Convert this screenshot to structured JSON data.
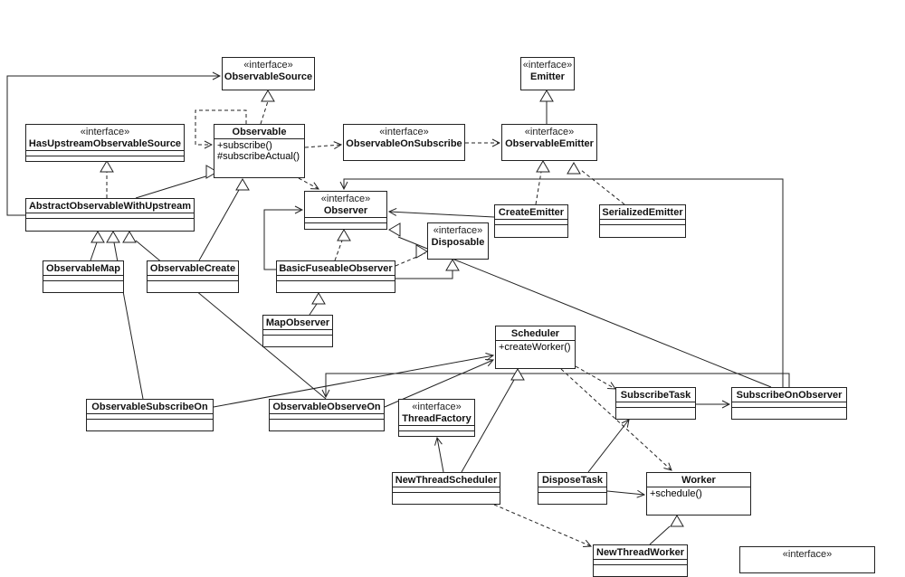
{
  "stereotype": "«interface»",
  "classes": {
    "observable_source": {
      "name": "ObservableSource",
      "interface": true,
      "methods": []
    },
    "emitter": {
      "name": "Emitter",
      "interface": true,
      "methods": []
    },
    "has_upstream_observable_source": {
      "name": "HasUpstreamObservableSource",
      "interface": true,
      "methods": []
    },
    "observable": {
      "name": "Observable",
      "interface": false,
      "methods": [
        "+subscribe()",
        "#subscribeActual()"
      ]
    },
    "observable_on_subscribe": {
      "name": "ObservableOnSubscribe",
      "interface": true,
      "methods": []
    },
    "observable_emitter": {
      "name": "ObservableEmitter",
      "interface": true,
      "methods": []
    },
    "abstract_observable_with_upstream": {
      "name": "AbstractObservableWithUpstream",
      "interface": false,
      "methods": []
    },
    "observer": {
      "name": "Observer",
      "interface": true,
      "methods": []
    },
    "create_emitter": {
      "name": "CreateEmitter",
      "interface": false,
      "methods": []
    },
    "serialized_emitter": {
      "name": "SerializedEmitter",
      "interface": false,
      "methods": []
    },
    "disposable": {
      "name": "Disposable",
      "interface": true,
      "methods": []
    },
    "observable_map": {
      "name": "ObservableMap",
      "interface": false,
      "methods": []
    },
    "observable_create": {
      "name": "ObservableCreate",
      "interface": false,
      "methods": []
    },
    "basic_fuseable_observer": {
      "name": "BasicFuseableObserver",
      "interface": false,
      "methods": []
    },
    "map_observer": {
      "name": "MapObserver",
      "interface": false,
      "methods": []
    },
    "scheduler": {
      "name": "Scheduler",
      "interface": false,
      "methods": [
        "+createWorker()"
      ]
    },
    "subscribe_task": {
      "name": "SubscribeTask",
      "interface": false,
      "methods": []
    },
    "subscribe_on_observer": {
      "name": "SubscribeOnObserver",
      "interface": false,
      "methods": []
    },
    "observable_subscribe_on": {
      "name": "ObservableSubscribeOn",
      "interface": false,
      "methods": []
    },
    "observable_observe_on": {
      "name": "ObservableObserveOn",
      "interface": false,
      "methods": []
    },
    "thread_factory": {
      "name": "ThreadFactory",
      "interface": true,
      "methods": []
    },
    "new_thread_scheduler": {
      "name": "NewThreadScheduler",
      "interface": false,
      "methods": []
    },
    "dispose_task": {
      "name": "DisposeTask",
      "interface": false,
      "methods": []
    },
    "worker": {
      "name": "Worker",
      "interface": false,
      "methods": [
        "+schedule()"
      ]
    },
    "new_thread_worker": {
      "name": "NewThreadWorker",
      "interface": false,
      "methods": []
    },
    "partial_interface": {
      "name": "",
      "interface": true,
      "methods": []
    }
  },
  "relations": [
    {
      "from": "observable",
      "to": "observable_source",
      "kind": "realization"
    },
    {
      "from": "emitter",
      "to": "observable_emitter",
      "kind": "generalization-reverse"
    },
    {
      "from": "abstract_observable_with_upstream",
      "to": "observable",
      "kind": "generalization"
    },
    {
      "from": "abstract_observable_with_upstream",
      "to": "has_upstream_observable_source",
      "kind": "realization"
    },
    {
      "from": "observable_create",
      "to": "observable",
      "kind": "generalization"
    },
    {
      "from": "observable_map",
      "to": "abstract_observable_with_upstream",
      "kind": "generalization"
    },
    {
      "from": "observable_subscribe_on",
      "to": "abstract_observable_with_upstream",
      "kind": "generalization"
    },
    {
      "from": "observable_observe_on",
      "to": "abstract_observable_with_upstream",
      "kind": "generalization"
    },
    {
      "from": "create_emitter",
      "to": "observable_emitter",
      "kind": "realization"
    },
    {
      "from": "serialized_emitter",
      "to": "observable_emitter",
      "kind": "realization"
    },
    {
      "from": "basic_fuseable_observer",
      "to": "observer",
      "kind": "realization"
    },
    {
      "from": "basic_fuseable_observer",
      "to": "disposable",
      "kind": "realization"
    },
    {
      "from": "map_observer",
      "to": "basic_fuseable_observer",
      "kind": "generalization"
    },
    {
      "from": "subscribe_on_observer",
      "to": "observer",
      "kind": "realization"
    },
    {
      "from": "new_thread_scheduler",
      "to": "scheduler",
      "kind": "generalization"
    },
    {
      "from": "new_thread_scheduler",
      "to": "thread_factory",
      "kind": "association"
    },
    {
      "from": "new_thread_worker",
      "to": "worker",
      "kind": "generalization"
    },
    {
      "from": "new_thread_scheduler",
      "to": "new_thread_worker",
      "kind": "dependency"
    },
    {
      "from": "scheduler",
      "to": "worker",
      "kind": "dependency"
    },
    {
      "from": "scheduler",
      "to": "subscribe_task",
      "kind": "dependency"
    },
    {
      "from": "subscribe_task",
      "to": "subscribe_on_observer",
      "kind": "association"
    },
    {
      "from": "dispose_task",
      "to": "worker",
      "kind": "association"
    },
    {
      "from": "dispose_task",
      "to": "subscribe_task",
      "kind": "association"
    },
    {
      "from": "observable_subscribe_on",
      "to": "scheduler",
      "kind": "association"
    },
    {
      "from": "observable_observe_on",
      "to": "scheduler",
      "kind": "association"
    },
    {
      "from": "observable",
      "to": "observable_on_subscribe",
      "kind": "dependency"
    },
    {
      "from": "observable_on_subscribe",
      "to": "observable_emitter",
      "kind": "dependency"
    },
    {
      "from": "observable",
      "to": "observer",
      "kind": "dependency"
    },
    {
      "from": "create_emitter",
      "to": "observer",
      "kind": "association"
    },
    {
      "from": "abstract_observable_with_upstream",
      "to": "observable_source",
      "kind": "association"
    }
  ]
}
